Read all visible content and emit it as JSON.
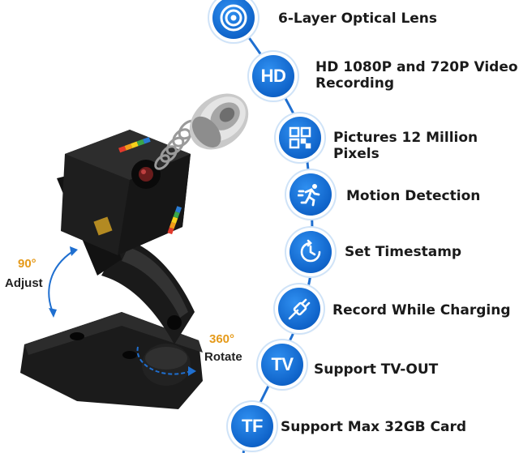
{
  "features": [
    {
      "icon": "lens-icon",
      "icon_text": "",
      "label": "6-Layer Optical Lens"
    },
    {
      "icon": "hd-icon",
      "icon_text": "HD",
      "label": "HD 1080P and 720P Video Recording"
    },
    {
      "icon": "qr-pixels-icon",
      "icon_text": "",
      "label": "Pictures 12 Million Pixels"
    },
    {
      "icon": "running-person-icon",
      "icon_text": "",
      "label": "Motion Detection"
    },
    {
      "icon": "clock-icon",
      "icon_text": "",
      "label": "Set Timestamp"
    },
    {
      "icon": "plug-icon",
      "icon_text": "",
      "label": "Record While Charging"
    },
    {
      "icon": "tv-icon",
      "icon_text": "TV",
      "label": "Support TV-OUT"
    },
    {
      "icon": "tf-icon",
      "icon_text": "TF",
      "label": "Support Max 32GB Card"
    }
  ],
  "annotations": {
    "tilt_value": "90°",
    "tilt_label": "Adjust",
    "rotate_value": "360°",
    "rotate_label": "Rotate"
  },
  "colors": {
    "accent_blue": "#0f63c9",
    "accent_orange": "#e59a1a",
    "text_dark": "#1a1a1a",
    "camera_black": "#1b1b1b"
  }
}
